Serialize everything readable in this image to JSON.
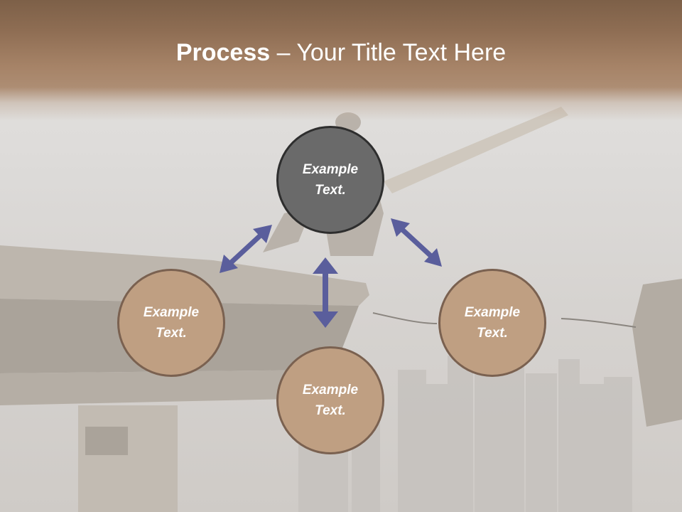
{
  "slide": {
    "title_bold": "Process",
    "title_separator": " – ",
    "title_rest": "Your Title Text Here"
  },
  "process": {
    "center": {
      "label": "Example\nText."
    },
    "left": {
      "label": "Example\nText."
    },
    "bottom": {
      "label": "Example\nText."
    },
    "right": {
      "label": "Example\nText."
    }
  },
  "colors": {
    "title_band": "#a68367",
    "center_fill": "#6a6a6a",
    "node_fill": "#bf9f82",
    "node_border": "#7a6150",
    "arrow": "#5a5e9c"
  },
  "icons": {
    "arrows": "double-headed-arrow"
  }
}
